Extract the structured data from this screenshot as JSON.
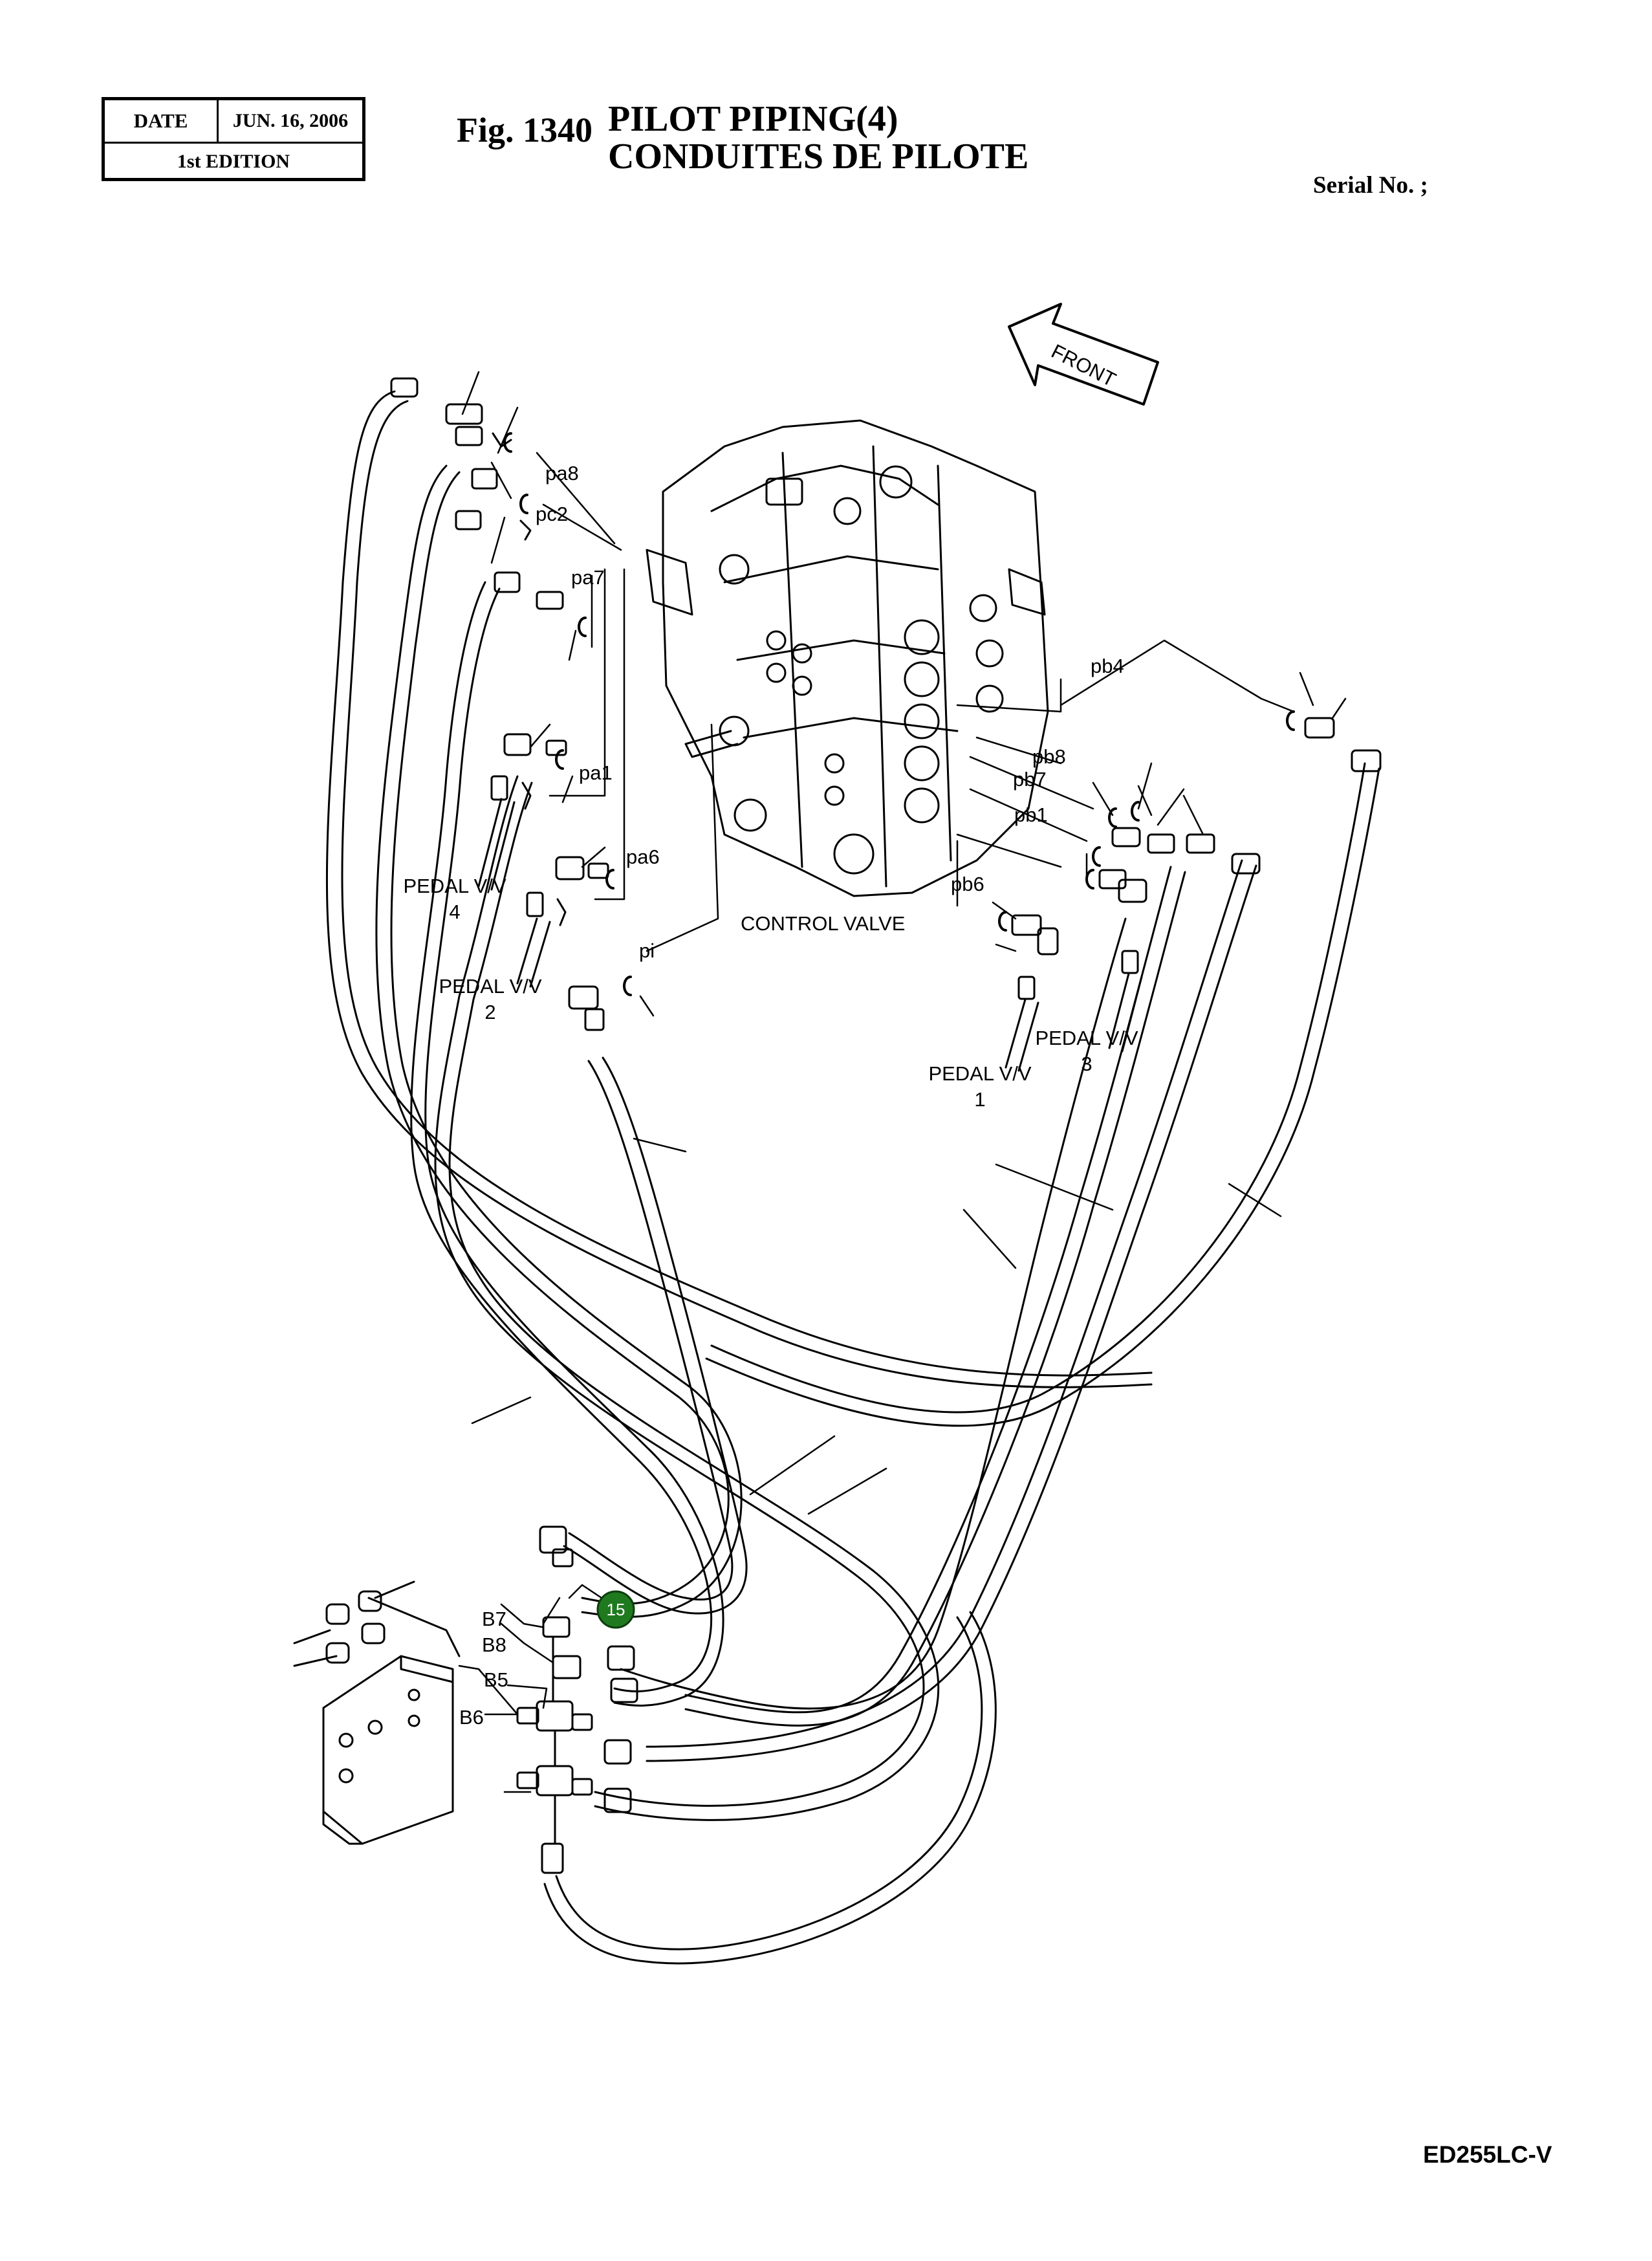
{
  "header": {
    "date_label": "DATE",
    "date_value": "JUN. 16, 2006",
    "edition": "1st EDITION",
    "fig_number": "Fig. 1340",
    "title_en": "PILOT PIPING(4)",
    "title_fr": "CONDUITES DE PILOTE",
    "serial": "Serial No. ;"
  },
  "diagram": {
    "front_arrow": "FRONT",
    "control_valve": "CONTROL VALVE",
    "ports": {
      "pa8": "pa8",
      "pc2": "pc2",
      "pa7": "pa7",
      "pa1": "pa1",
      "pa6": "pa6",
      "pi": "pi",
      "pb4": "pb4",
      "pb8": "pb8",
      "pb7": "pb7",
      "pb1": "pb1",
      "pb6": "pb6",
      "b7": "B7",
      "b8": "B8",
      "b5": "B5",
      "b6": "B6"
    },
    "pedal_valves": {
      "v4_label": "PEDAL V/V",
      "v4_num": "4",
      "v2_label": "PEDAL V/V",
      "v2_num": "2",
      "v3_label": "PEDAL V/V",
      "v3_num": "3",
      "v1_label": "PEDAL V/V",
      "v1_num": "1"
    },
    "callout": {
      "number": "15",
      "color": "#1f7a1f"
    }
  },
  "footer": {
    "model": "ED255LC-V"
  }
}
